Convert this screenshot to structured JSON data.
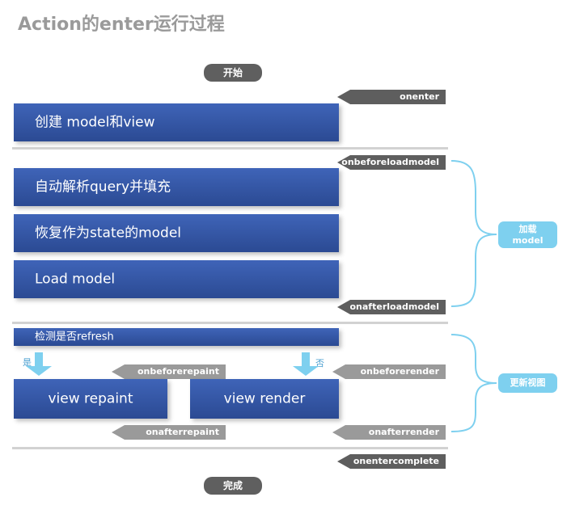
{
  "title": "Action的enter运行过程",
  "start": "开始",
  "end": "完成",
  "boxes": {
    "create": "创建 model和view",
    "parse": "自动解析query并填充",
    "restore": "恢复作为state的model",
    "load": "Load model",
    "check": "检测是否refresh",
    "repaint": "view repaint",
    "render": "view render"
  },
  "events": {
    "onenter": "onenter",
    "onbeforeloadmodel": "onbeforeloadmodel",
    "onafterloadmodel": "onafterloadmodel",
    "onbeforerepaint": "onbeforerepaint",
    "onbeforerender": "onbeforerender",
    "onafterrepaint": "onafterrepaint",
    "onafterrender": "onafterrender",
    "onentercomplete": "onentercomplete"
  },
  "branches": {
    "yes": "是",
    "no": "否"
  },
  "callouts": {
    "load_line1": "加载",
    "load_line2": "model",
    "update": "更新视图"
  },
  "colors": {
    "box": "#3a5ca9",
    "pill": "#5f5f5f",
    "tag_dark": "#5e5e5e",
    "tag_light": "#9a9a9a",
    "accent": "#7ed0ef",
    "separator": "#d2d2d2",
    "title": "#9a9a9a"
  }
}
